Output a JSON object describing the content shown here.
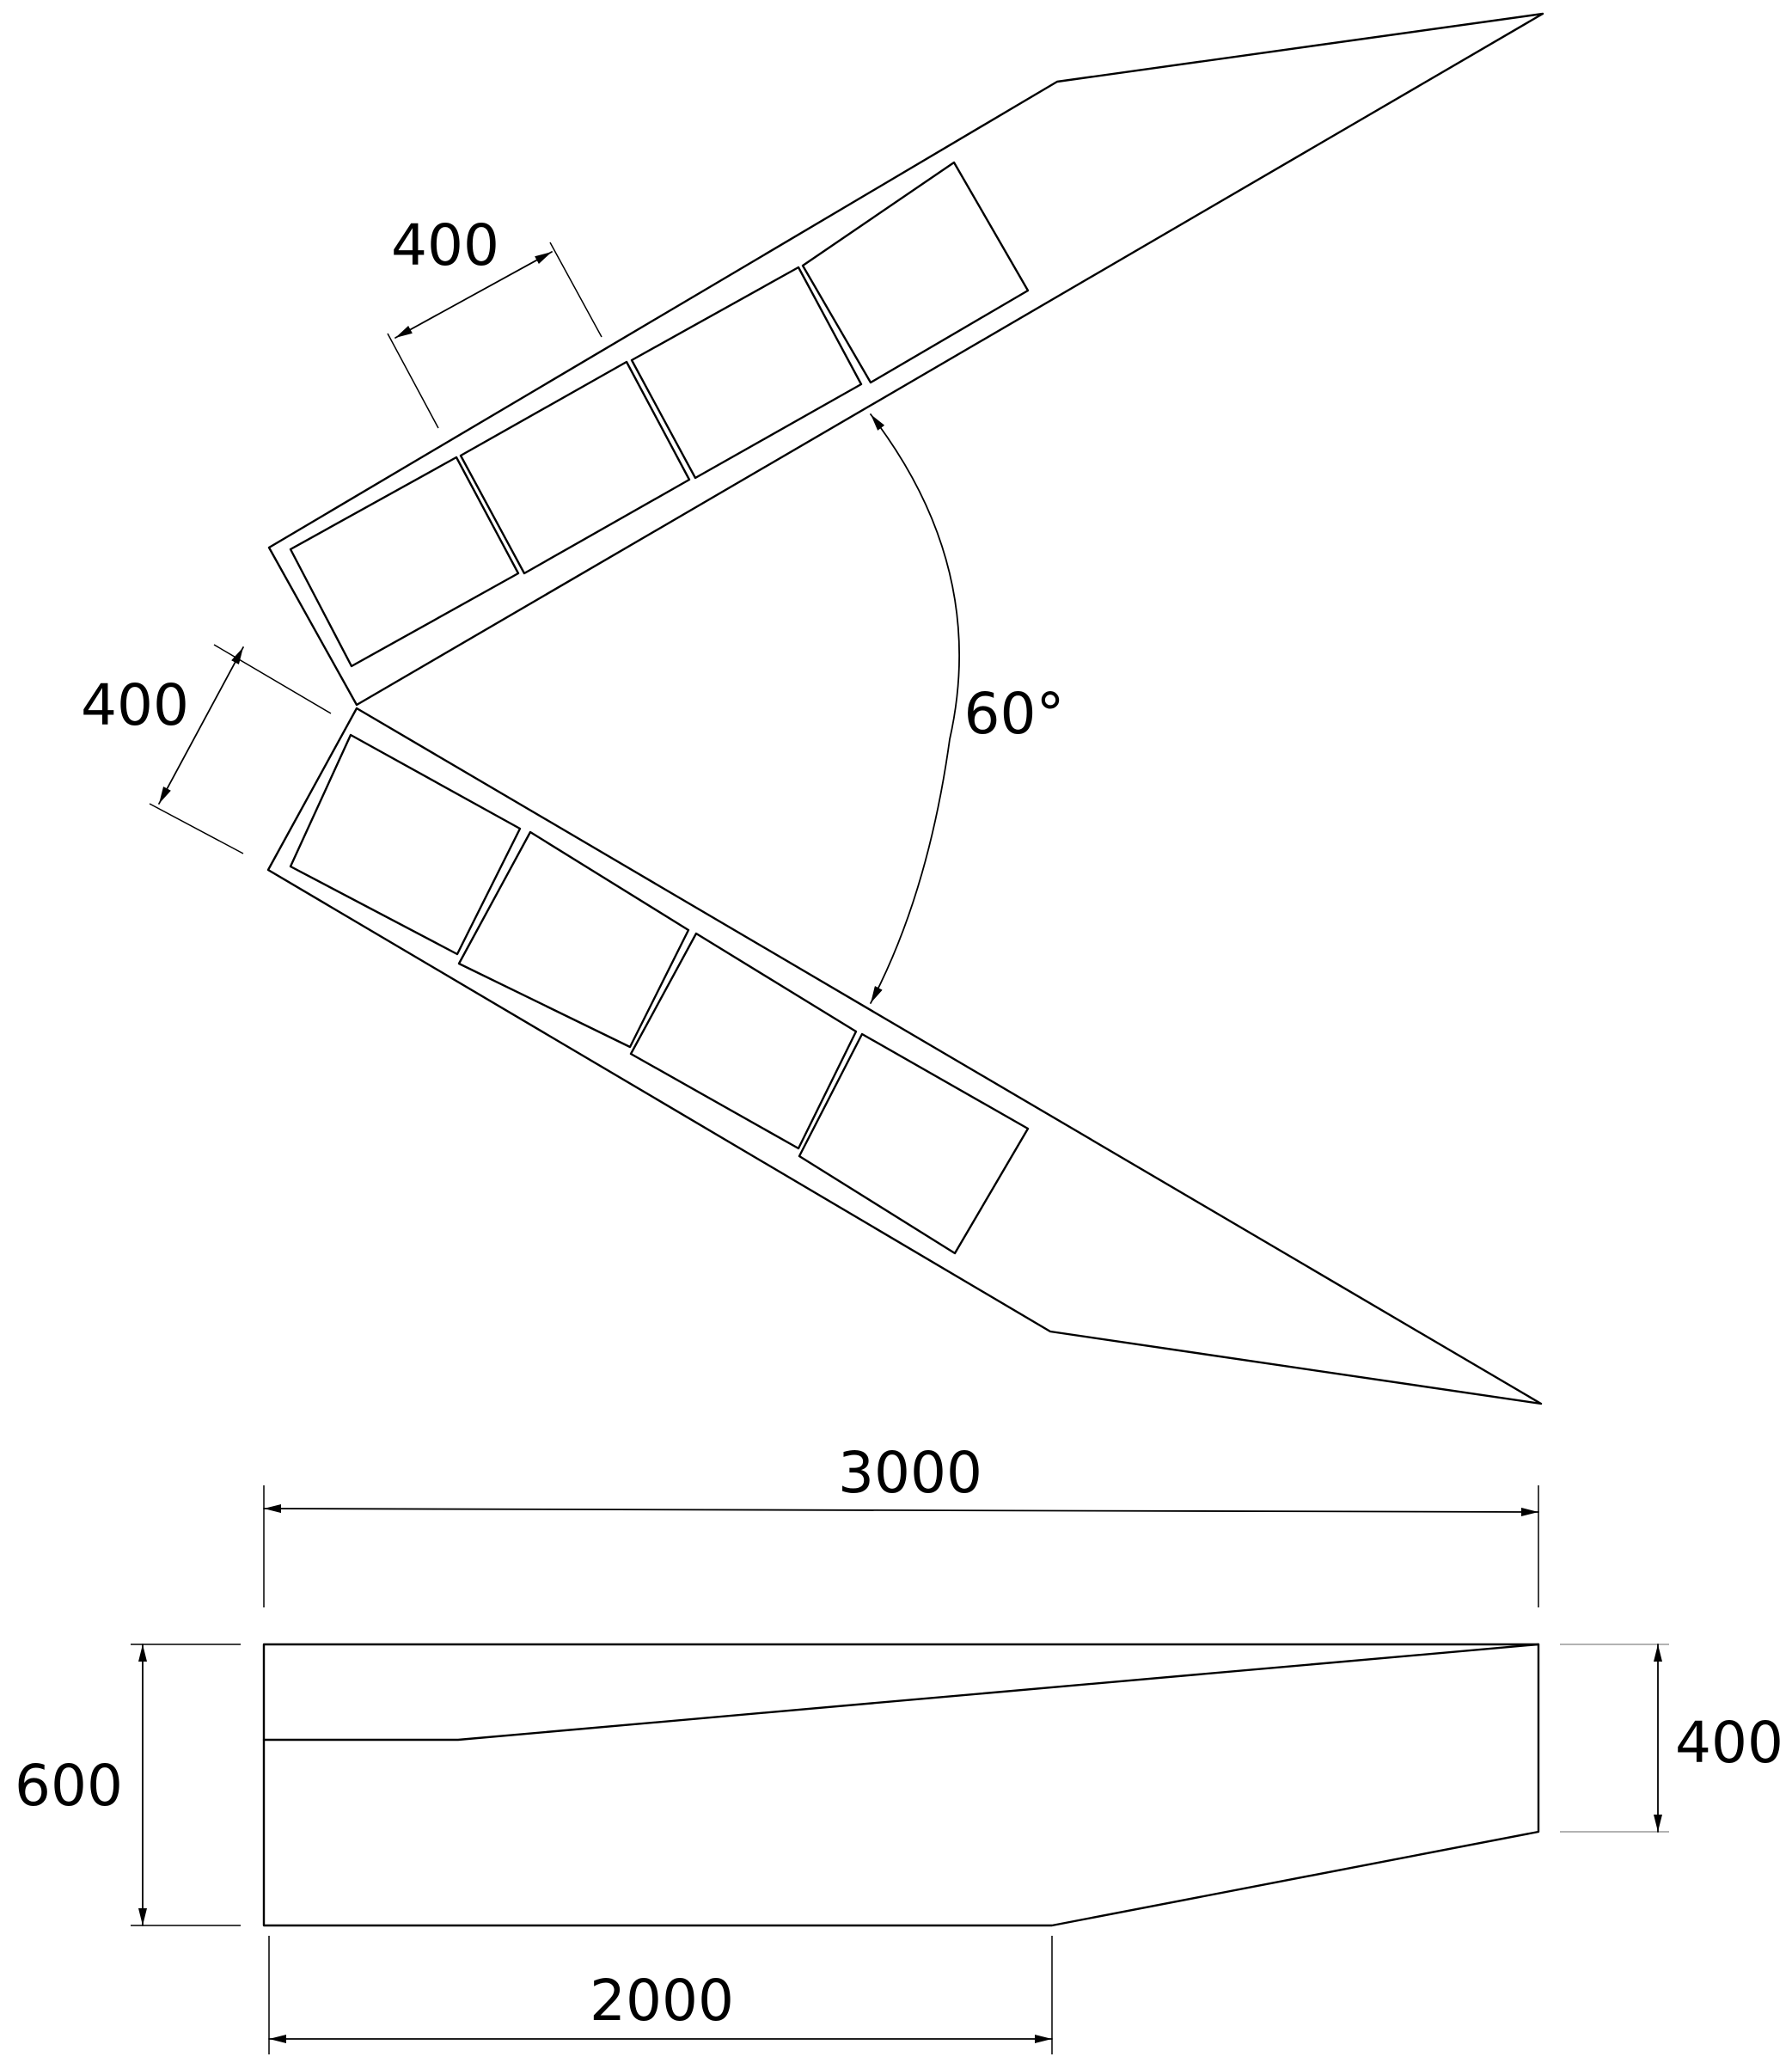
{
  "dimensions": {
    "cell_width": "400",
    "leg_width": "400",
    "angle": "60°",
    "total_length": "3000",
    "base_length": "2000",
    "start_height": "600",
    "end_height": "400"
  }
}
